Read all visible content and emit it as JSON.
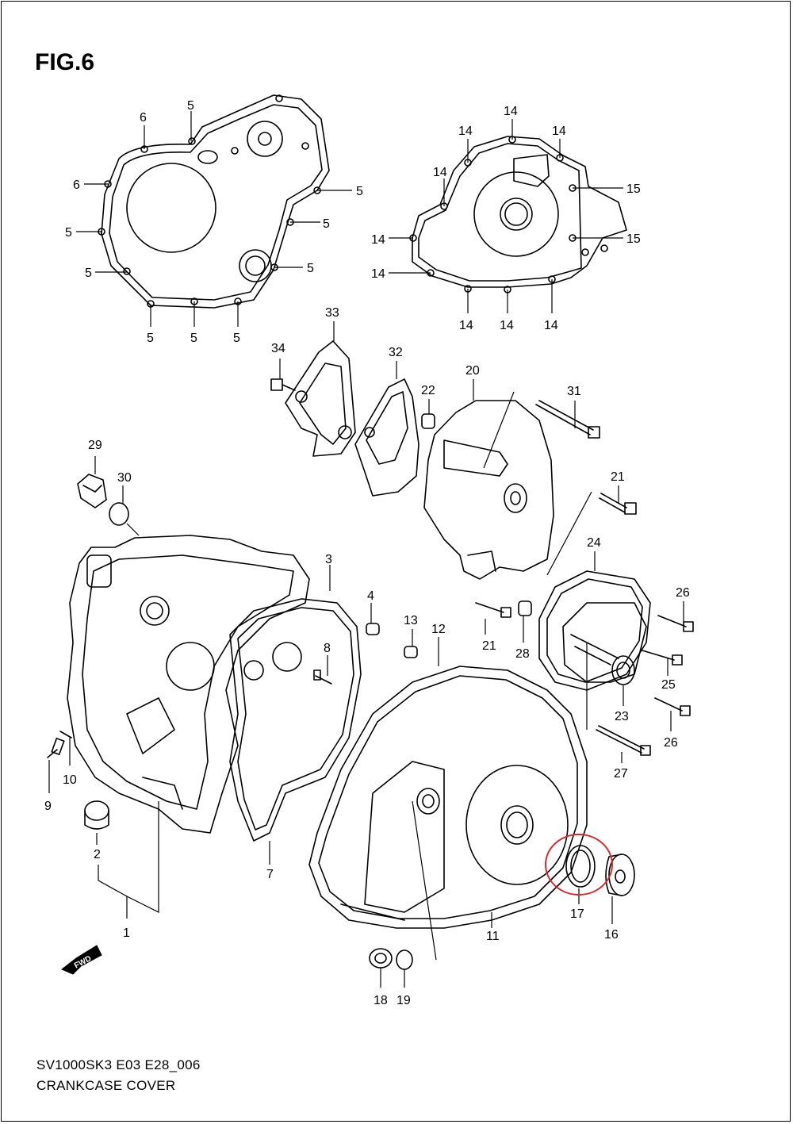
{
  "figure": {
    "title": "FIG.6"
  },
  "footer": {
    "model_code": "SV1000SK3 E03 E28_006",
    "section_name": "CRANKCASE COVER"
  },
  "fwd_badge": {
    "label": "FWD"
  },
  "highlight": {
    "color": "#d42a2a",
    "target_part": "17"
  },
  "callouts": {
    "c1": "1",
    "c2": "2",
    "c3": "3",
    "c4": "4",
    "c5": "5",
    "c6": "6",
    "c7": "7",
    "c8": "8",
    "c9": "9",
    "c10": "10",
    "c11": "11",
    "c12": "12",
    "c13": "13",
    "c14": "14",
    "c15": "15",
    "c16": "16",
    "c17": "17",
    "c18": "18",
    "c19": "19",
    "c20": "20",
    "c21": "21",
    "c22": "22",
    "c23": "23",
    "c24": "24",
    "c25": "25",
    "c26": "26",
    "c27": "27",
    "c28": "28",
    "c29": "29",
    "c30": "30",
    "c31": "31",
    "c32": "32",
    "c33": "33",
    "c34": "34"
  }
}
